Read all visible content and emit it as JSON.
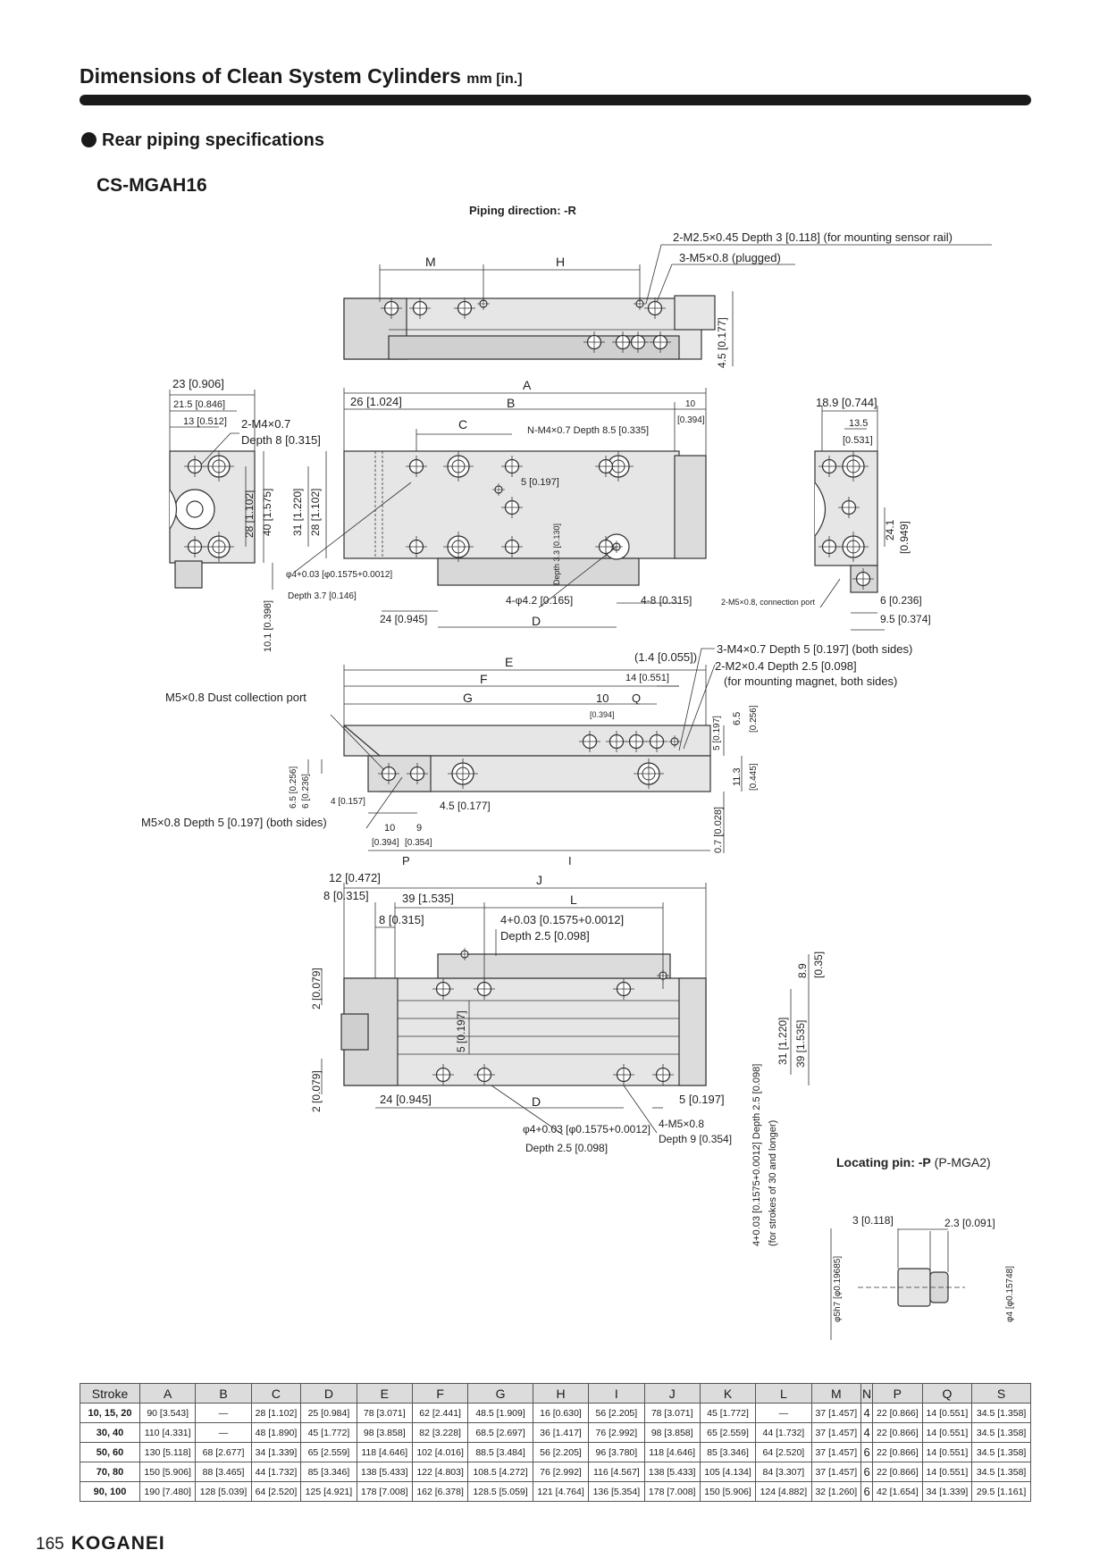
{
  "header": {
    "title": "Dimensions of Clean System Cylinders",
    "unit": "mm [in.]",
    "section": "Rear piping specifications",
    "model": "CS-MGAH16"
  },
  "drawing": {
    "piping_direction": "Piping direction: -R",
    "top_view": {
      "note_sensor_rail": "2-M2.5×0.45 Depth 3 [0.118] (for mounting sensor rail)",
      "note_plugged": "3-M5×0.8 (plugged)",
      "dim_M": "M",
      "dim_H": "H",
      "dim_4_5": "4.5 [0.177]"
    },
    "left_view": {
      "d23": "23 [0.906]",
      "d21_5": "21.5 [0.846]",
      "d13": "13 [0.512]",
      "note_m4_1": "2-M4×0.7",
      "note_m4_2": "Depth 8 [0.315]",
      "d28": "28 [1.102]",
      "d40": "40 [1.575]",
      "d10_1": "10.1 [0.398]"
    },
    "front_view": {
      "dim_A": "A",
      "d26": "26 [1.024]",
      "dim_B": "B",
      "d10": "10",
      "d10_in": "[0.394]",
      "dim_C": "C",
      "note_nm4": "N-M4×0.7 Depth 8.5 [0.335]",
      "d5": "5 [0.197]",
      "d31": "31 [1.220]",
      "d28": "28 [1.102]",
      "pin_hole_1": "φ4+0.03 [φ0.1575+0.0012]",
      "pin_hole_2": "Depth 3.7 [0.146]",
      "depth_3_3": "Depth 3.3 [0.130]",
      "d_hole": "4-φ4.2 [0.165]",
      "d4_8": "4-8 [0.315]",
      "d24": "24 [0.945]",
      "dim_D": "D"
    },
    "right_view": {
      "d18_9": "18.9 [0.744]",
      "d13_5": "13.5",
      "d13_5_in": "[0.531]",
      "d24_1": "24.1",
      "d24_1_in": "[0.949]",
      "note_conn": "2-M5×0.8, connection port",
      "d6": "6 [0.236]",
      "d9_5": "9.5 [0.374]"
    },
    "bottom_view": {
      "dim_E": "E",
      "dim_F": "F",
      "dim_G": "G",
      "d1_4": "(1.4 [0.055])",
      "d14": "14 [0.551]",
      "d10": "10",
      "d10_in": "[0.394]",
      "dim_Q": "Q",
      "note_m4_1": "3-M4×0.7 Depth 5 [0.197]  (both sides)",
      "note_m2_1": "2-M2×0.4 Depth 2.5 [0.098]",
      "note_m2_2": "(for mounting magnet, both sides)",
      "note_dust": "M5×0.8 Dust collection port",
      "d6_5": "6.5",
      "d6_5_in": "[0.256]",
      "d5": "5 [0.197]",
      "d11_3": "11.3",
      "d11_3_in": "[0.445]",
      "d0_7": "0.7 [0.028]",
      "left_6_5": "6.5 [0.256]",
      "left_6": "6 [0.236]",
      "d4": "4 [0.157]",
      "d4_5": "4.5 [0.177]",
      "note_m5": "M5×0.8 Depth 5 [0.197]  (both sides)",
      "d10b": "10",
      "d10b_in": "[0.394]",
      "d9": "9",
      "d9_in": "[0.354]",
      "dim_P": "P",
      "dim_I": "I"
    },
    "plan_view": {
      "d12": "12 [0.472]",
      "d8a": "8 [0.315]",
      "d39": "39 [1.535]",
      "dim_J": "J",
      "dim_L": "L",
      "d8b": "8 [0.315]",
      "pin_1": "4+0.03 [0.1575+0.0012]",
      "pin_2": "Depth 2.5 [0.098]",
      "d2_top": "2 [0.079]",
      "d2_bot": "2 [0.079]",
      "d5": "5 [0.197]",
      "d8_9": "8.9",
      "d8_9_in": "[0.35]",
      "d31": "31 [1.220]",
      "d39v": "39 [1.535]",
      "d24": "24 [0.945]",
      "dim_D": "D",
      "d5r": "5 [0.197]",
      "note_m5_1": "4-M5×0.8",
      "note_m5_2": "Depth 9 [0.354]",
      "pin_hole_1": "φ4+0.03 [φ0.1575+0.0012]",
      "pin_hole_2": "Depth 2.5 [0.098]",
      "vert_note_1": "4+0.03 [0.1575+0.0012] Depth 2.5 [0.098]",
      "vert_note_2": "(for strokes of 30 and longer)"
    },
    "locating_pin": {
      "title_bold": "Locating pin: -P",
      "title_rest": "(P-MGA2)",
      "d3": "3 [0.118]",
      "d2_3": "2.3 [0.091]",
      "left_dia": "φ5h7 [φ0.19685]",
      "right_dia": "φ4 [φ0.15748]"
    }
  },
  "table": {
    "headers": [
      "Stroke",
      "A",
      "B",
      "C",
      "D",
      "E",
      "F",
      "G",
      "H",
      "I",
      "J",
      "K",
      "L",
      "M",
      "N",
      "P",
      "Q",
      "S"
    ],
    "rows": [
      [
        "10, 15, 20",
        "90 [3.543]",
        "—",
        "28 [1.102]",
        "25 [0.984]",
        "78 [3.071]",
        "62 [2.441]",
        "48.5 [1.909]",
        "16 [0.630]",
        "56 [2.205]",
        "78 [3.071]",
        "45 [1.772]",
        "—",
        "37 [1.457]",
        "4",
        "22 [0.866]",
        "14 [0.551]",
        "34.5 [1.358]"
      ],
      [
        "30, 40",
        "110 [4.331]",
        "—",
        "48 [1.890]",
        "45 [1.772]",
        "98 [3.858]",
        "82 [3.228]",
        "68.5 [2.697]",
        "36 [1.417]",
        "76 [2.992]",
        "98 [3.858]",
        "65 [2.559]",
        "44 [1.732]",
        "37 [1.457]",
        "4",
        "22 [0.866]",
        "14 [0.551]",
        "34.5 [1.358]"
      ],
      [
        "50, 60",
        "130 [5.118]",
        "68 [2.677]",
        "34 [1.339]",
        "65 [2.559]",
        "118 [4.646]",
        "102 [4.016]",
        "88.5 [3.484]",
        "56 [2.205]",
        "96 [3.780]",
        "118 [4.646]",
        "85 [3.346]",
        "64 [2.520]",
        "37 [1.457]",
        "6",
        "22 [0.866]",
        "14 [0.551]",
        "34.5 [1.358]"
      ],
      [
        "70, 80",
        "150 [5.906]",
        "88 [3.465]",
        "44 [1.732]",
        "85 [3.346]",
        "138 [5.433]",
        "122 [4.803]",
        "108.5 [4.272]",
        "76 [2.992]",
        "116 [4.567]",
        "138 [5.433]",
        "105 [4.134]",
        "84 [3.307]",
        "37 [1.457]",
        "6",
        "22 [0.866]",
        "14 [0.551]",
        "34.5 [1.358]"
      ],
      [
        "90, 100",
        "190 [7.480]",
        "128 [5.039]",
        "64 [2.520]",
        "125 [4.921]",
        "178 [7.008]",
        "162 [6.378]",
        "128.5 [5.059]",
        "121 [4.764]",
        "136 [5.354]",
        "178 [7.008]",
        "150 [5.906]",
        "124 [4.882]",
        "32 [1.260]",
        "6",
        "42 [1.654]",
        "34 [1.339]",
        "29.5 [1.161]"
      ]
    ]
  },
  "footer": {
    "page": "165",
    "brand": "KOGANEI"
  }
}
